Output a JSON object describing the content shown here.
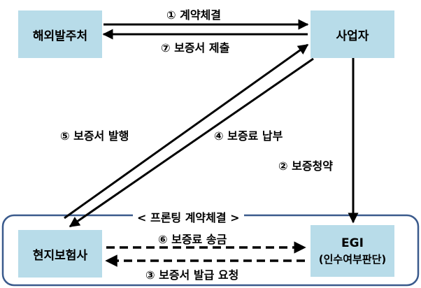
{
  "nodes": {
    "overseas_client": "해외발주처",
    "contractor": "사업자",
    "local_insurer": "현지보험사",
    "egi": "EGI",
    "egi_note": "(인수여부판단)"
  },
  "frame": {
    "title": "< 프론팅 계약체결 >"
  },
  "edges": {
    "e1": "① 계약체결",
    "e7": "⑦ 보증서 제출",
    "e5": "⑤ 보증서 발행",
    "e4": "④ 보증료 납부",
    "e2": "② 보증청약",
    "e6": "⑥ 보증료 송금",
    "e3": "③ 보증서 발급 요청"
  },
  "colors": {
    "node_fill": "#b8dce9",
    "frame_stroke": "#3a5a8c",
    "arrow": "#000000"
  }
}
